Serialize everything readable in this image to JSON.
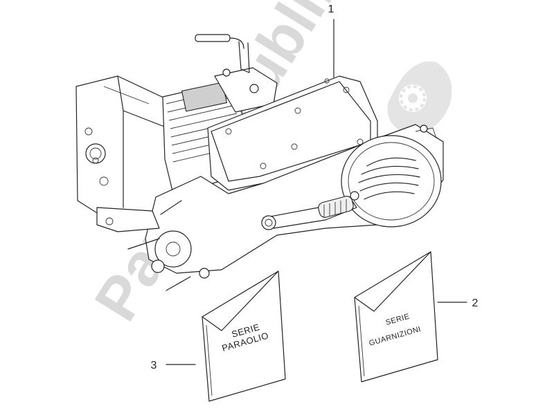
{
  "watermark": {
    "text": "PartsRepublik"
  },
  "callouts": [
    {
      "number": "1"
    },
    {
      "number": "2"
    },
    {
      "number": "3"
    }
  ],
  "envelope_left": {
    "line1": "SERIE",
    "line2": "PARAOLIO"
  },
  "envelope_right": {
    "line1": "SERIE",
    "line2": "GUARNIZIONI"
  }
}
